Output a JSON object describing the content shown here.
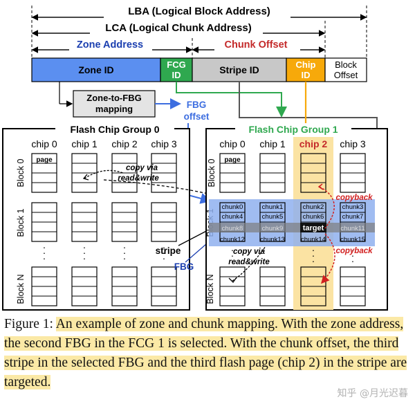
{
  "labels": {
    "lba": "LBA (Logical Block Address)",
    "lca": "LCA (Logical Chunk Address)",
    "zone_address": "Zone Address",
    "chunk_offset": "Chunk Offset",
    "zone_id": "Zone ID",
    "fcg_id_1": "FCG",
    "fcg_id_2": "ID",
    "stripe_id": "Stripe ID",
    "chip_id_1": "Chip",
    "chip_id_2": "ID",
    "block_offset_1": "Block",
    "block_offset_2": "Offset",
    "z2f_1": "Zone-to-FBG",
    "z2f_2": "mapping",
    "fbg_offset_1": "FBG",
    "fbg_offset_2": "offset",
    "fcg0": "Flash Chip Group 0",
    "fcg1": "Flash Chip Group 1",
    "chip0": "chip 0",
    "chip1": "chip 1",
    "chip2": "chip 2",
    "chip3": "chip 3",
    "page": "page",
    "block0": "Block 0",
    "block1": "Block 1",
    "blockN": "Block N",
    "copy_via_1": "copy via",
    "copy_via_2": "read&write",
    "copy_via2_1": "copy via",
    "copy_via2_2": "read&write",
    "stripe": "stripe",
    "fbg": "FBG",
    "copyback_top": "copyback",
    "copyback_bottom": "copyback",
    "dots": "·\n·\n·"
  },
  "chunks": {
    "row1": [
      "chunk0",
      "chunk1",
      "chunk2",
      "chunk3"
    ],
    "row2": [
      "chunk4",
      "chunk5",
      "chunk6",
      "chunk7"
    ],
    "row3": [
      "chunk8",
      "chunk9",
      "target",
      "chunk11"
    ],
    "row4": [
      "chunk12",
      "chunk13",
      "chunk14",
      "chunk15"
    ]
  },
  "caption": {
    "prefix": "Figure 1: ",
    "body": "An example of zone and chunk mapping. With the zone address, the second FBG in the FCG 1 is selected. With the chunk offset, the third stripe in the selected FBG and the third flash page (chip 2) in the stripe are targeted."
  },
  "watermark": "知乎 @月光迟暮",
  "colors": {
    "zone_blue": "#5b8ff0",
    "fcg_green": "#2fa84f",
    "stripe_gray": "#c8c8c8",
    "chip_orange": "#f7a90a",
    "highlight_blue": "#8fb0ee",
    "chip2_column": "#fbe3a3",
    "copyback_red": "#d22020",
    "zone_text_blue": "#1b3fb0",
    "chunk_text_red": "#c42a2a"
  }
}
